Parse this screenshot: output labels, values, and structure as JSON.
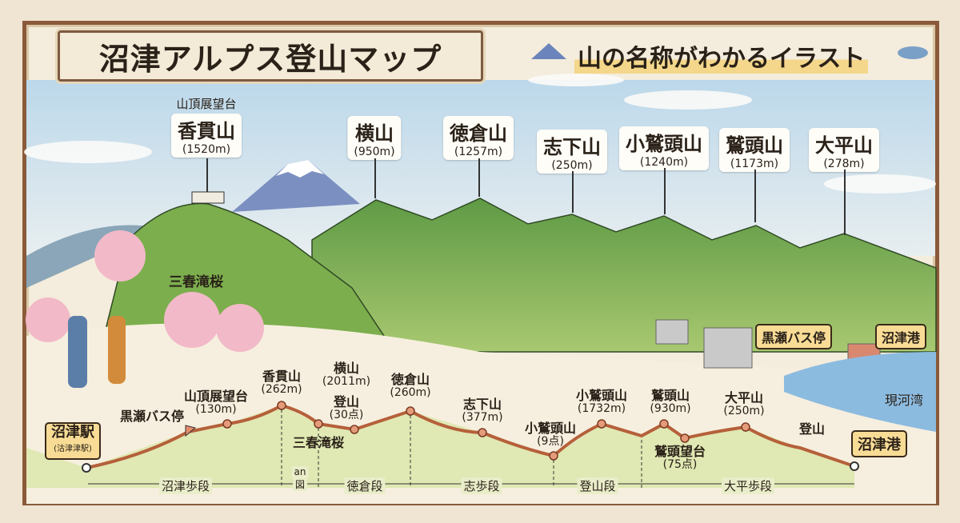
{
  "title": "沼津アルプス登山マップ",
  "subtitle": "山の名称がわかるイラスト",
  "peaks": [
    {
      "name": "香貫山",
      "elev": "(1520m)",
      "note": "山頂展望台"
    },
    {
      "name": "横山",
      "elev": "(950m)"
    },
    {
      "name": "徳倉山",
      "elev": "(1257m)"
    },
    {
      "name": "志下山",
      "elev": "(250m)"
    },
    {
      "name": "小鷲頭山",
      "elev": "(1240m)"
    },
    {
      "name": "鷲頭山",
      "elev": "(1173m)"
    },
    {
      "name": "大平山",
      "elev": "(278m)"
    }
  ],
  "scene_labels": {
    "sakura": "三春滝桜",
    "bus_stop": "黒瀬バス停",
    "port": "沼津港",
    "bay": "現河湾"
  },
  "profile": {
    "start": {
      "name": "沼津駅",
      "sub": "(沽津津駅)"
    },
    "end": {
      "name": "沼津港"
    },
    "points": [
      {
        "name": "黒瀬バス停"
      },
      {
        "name": "山頂展望台",
        "elev": "(130m)"
      },
      {
        "name": "香貫山",
        "elev": "(262m)"
      },
      {
        "name": "三春滝桜"
      },
      {
        "name": "横山",
        "elev": "(2011m)"
      },
      {
        "name": "登山",
        "elev": "(30点)"
      },
      {
        "name": "徳倉山",
        "elev": "(260m)"
      },
      {
        "name": "志下山",
        "elev": "(377m)"
      },
      {
        "name": "小鷲頭山",
        "elev": "(9点)"
      },
      {
        "name": "小鷲頭山",
        "elev": "(1732m)"
      },
      {
        "name": "鷲頭山",
        "elev": "(930m)"
      },
      {
        "name": "鷲頭望台",
        "elev": "(75点)"
      },
      {
        "name": "大平山",
        "elev": "(250m)"
      },
      {
        "name": "登山"
      }
    ],
    "segments": [
      "沼津歩段",
      "an",
      "図",
      "徳倉段",
      "志歩段",
      "登山段",
      "大平歩段"
    ]
  },
  "colors": {
    "frame": "#8a5a3a",
    "trail": "#b5603a",
    "tag": "#f8dc96",
    "sky": "#cfe3ee"
  }
}
